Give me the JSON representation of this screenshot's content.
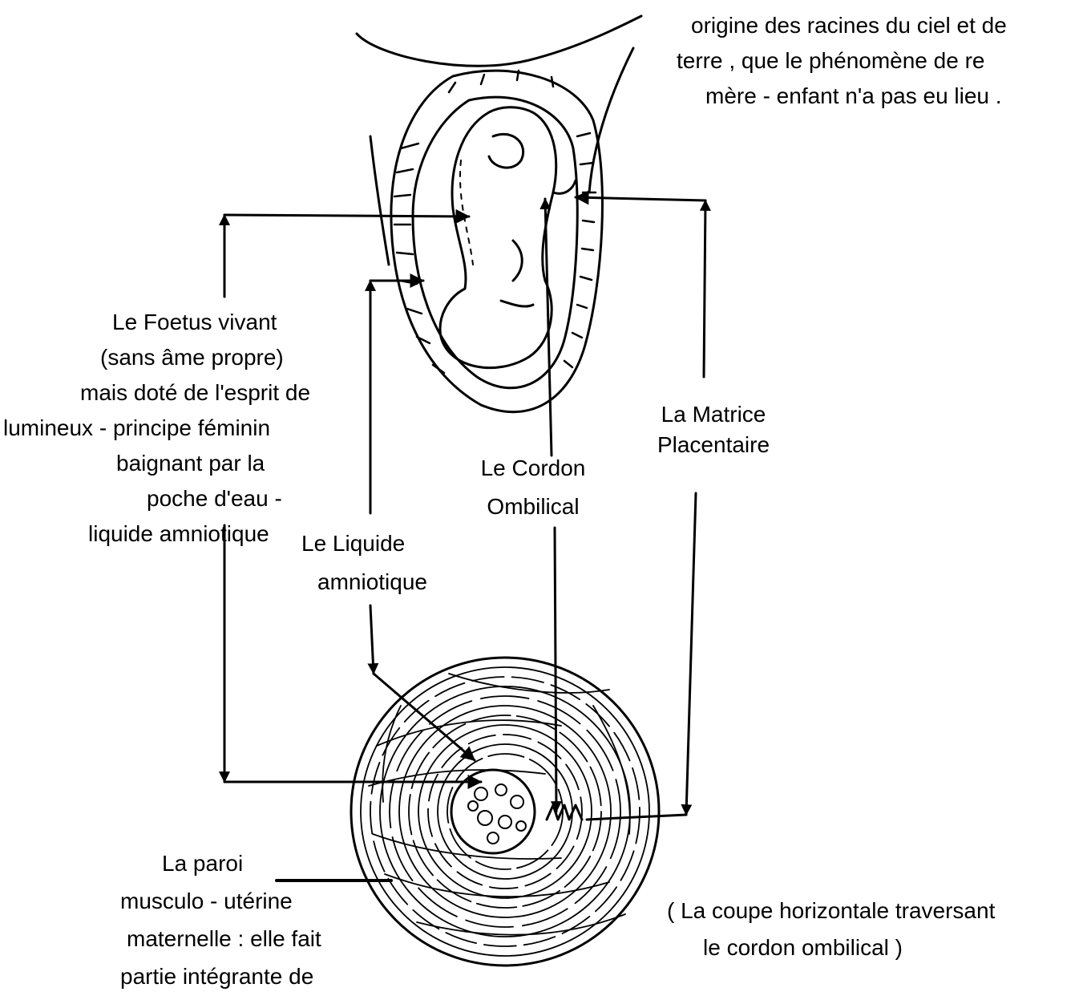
{
  "diagram": {
    "stroke_color": "#000000",
    "background": "#ffffff",
    "header_text": [
      "origine des racines du ciel et de",
      "terre , que le phénomène de re",
      "mère - enfant n'a pas eu lieu ."
    ],
    "labels": {
      "foetus": [
        "Le Foetus vivant",
        "(sans âme propre)",
        "mais doté de l'esprit de",
        "lumineux - principe féminin",
        "baignant par la",
        "poche d'eau -",
        "liquide amniotique"
      ],
      "liquide": [
        "Le Liquide",
        "amniotique"
      ],
      "cordon": [
        "Le Cordon",
        "Ombilical"
      ],
      "matrice": [
        "La Matrice",
        "Placentaire"
      ],
      "paroi": [
        "La paroi",
        "musculo - utérine",
        "maternelle : elle fait",
        "partie intégrante de"
      ],
      "coupe": [
        "( La coupe horizontale traversant",
        "le cordon ombilical )"
      ]
    }
  }
}
